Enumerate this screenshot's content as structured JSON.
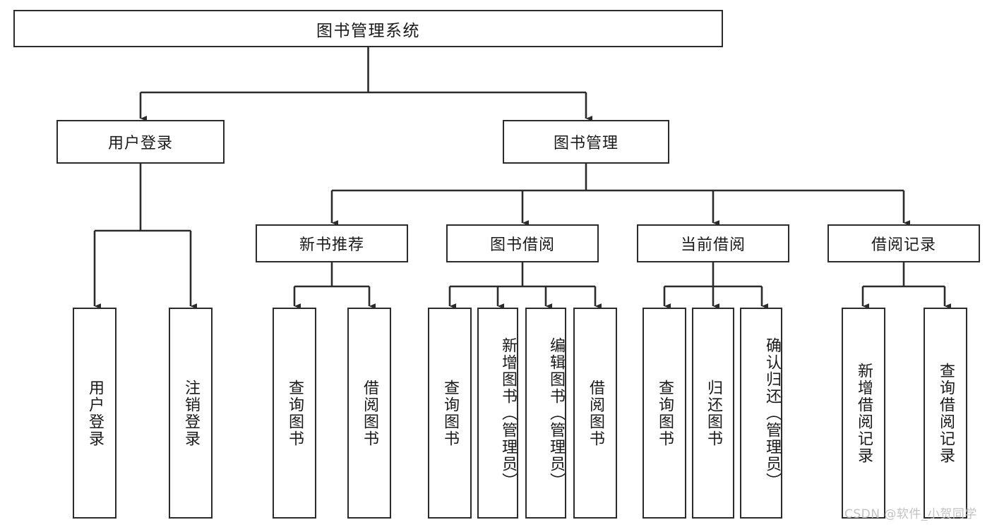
{
  "diagram": {
    "title": "图书管理系统",
    "type": "functional-structure-tree",
    "root": {
      "label": "图书管理系统"
    },
    "level2": [
      {
        "label": "用户登录"
      },
      {
        "label": "图书管理"
      }
    ],
    "level3": [
      {
        "label": "新书推荐"
      },
      {
        "label": "图书借阅"
      },
      {
        "label": "当前借阅"
      },
      {
        "label": "借阅记录"
      }
    ],
    "leaves": {
      "user_login": [
        {
          "label": "用户登录"
        },
        {
          "label": "注销登录"
        }
      ],
      "new_book_recommend": [
        {
          "label": "查询图书"
        },
        {
          "label": "借阅图书"
        }
      ],
      "book_borrow": [
        {
          "label": "查询图书"
        },
        {
          "label": "新增图书（管理员）"
        },
        {
          "label": "编辑图书（管理员）"
        },
        {
          "label": "借阅图书"
        }
      ],
      "current_borrow": [
        {
          "label": "查询图书"
        },
        {
          "label": "归还图书"
        },
        {
          "label": "确认归还（管理员）"
        }
      ],
      "borrow_record": [
        {
          "label": "新增借阅记录"
        },
        {
          "label": "查询借阅记录"
        }
      ]
    }
  },
  "watermark": {
    "text": "CSDN @软件_小贺同学"
  },
  "colors": {
    "border": "#2b2b2b",
    "text": "#1a1a1a",
    "background": "#ffffff",
    "watermark": "#c2c2c2"
  }
}
